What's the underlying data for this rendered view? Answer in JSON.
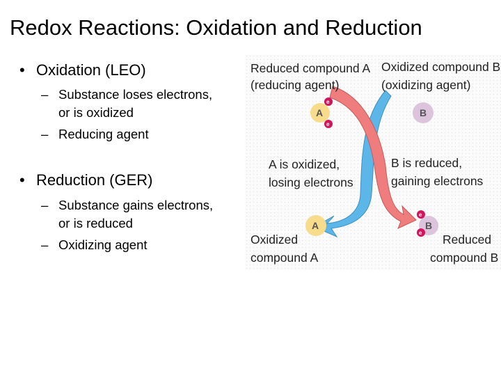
{
  "slide": {
    "title": "Redox Reactions: Oxidation and Reduction",
    "bullets": [
      {
        "marker": "•",
        "text": "Oxidation (LEO)",
        "subs": [
          {
            "marker": "–",
            "lines": [
              "Substance loses electrons,",
              "or is oxidized"
            ]
          },
          {
            "marker": "–",
            "lines": [
              "Reducing agent"
            ]
          }
        ]
      },
      {
        "marker": "•",
        "text": "Reduction (GER)",
        "subs": [
          {
            "marker": "–",
            "lines": [
              "Substance gains electrons,",
              "or is reduced"
            ]
          },
          {
            "marker": "–",
            "lines": [
              "Oxidizing agent"
            ]
          }
        ]
      }
    ]
  },
  "diagram": {
    "top_left_label": [
      "Reduced compound A",
      "(reducing agent)"
    ],
    "top_right_label": [
      "Oxidized compound B",
      "(oxidizing agent)"
    ],
    "middle_left_label": [
      "A is oxidized,",
      "losing electrons"
    ],
    "middle_right_label": [
      "B is reduced,",
      "gaining electrons"
    ],
    "bottom_left_label": [
      "Oxidized",
      "compound A"
    ],
    "bottom_right_label": [
      "Reduced",
      "compound B"
    ],
    "compound_a": "A",
    "compound_b": "B",
    "electron": "e",
    "colors": {
      "compound_a": "#f7dc8c",
      "compound_b": "#dcc4dc",
      "electron": "#d4145a",
      "arrow_oxidation": "#ef7d7d",
      "arrow_reduction": "#5cb6e8"
    }
  }
}
